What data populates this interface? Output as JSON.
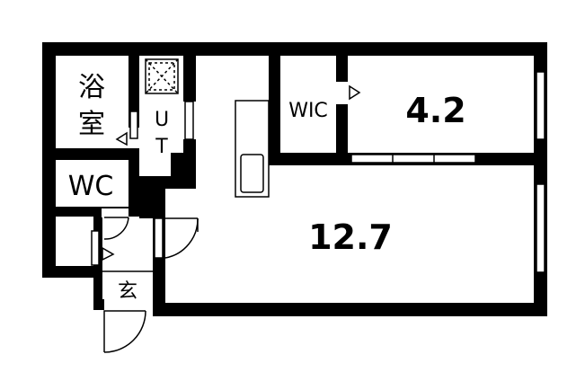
{
  "rooms": {
    "bath": {
      "label_line1": "浴",
      "label_line2": "室"
    },
    "utility": {
      "label_line1": "U",
      "label_line2": "T"
    },
    "toilet": {
      "label": "WC"
    },
    "entrance": {
      "label": "玄"
    },
    "closet": {
      "label": "WIC"
    },
    "western_room": {
      "label": "4.2"
    },
    "living": {
      "label": "12.7"
    }
  },
  "colors": {
    "wall": "#000000",
    "background": "#ffffff",
    "fixture": "#000000"
  }
}
